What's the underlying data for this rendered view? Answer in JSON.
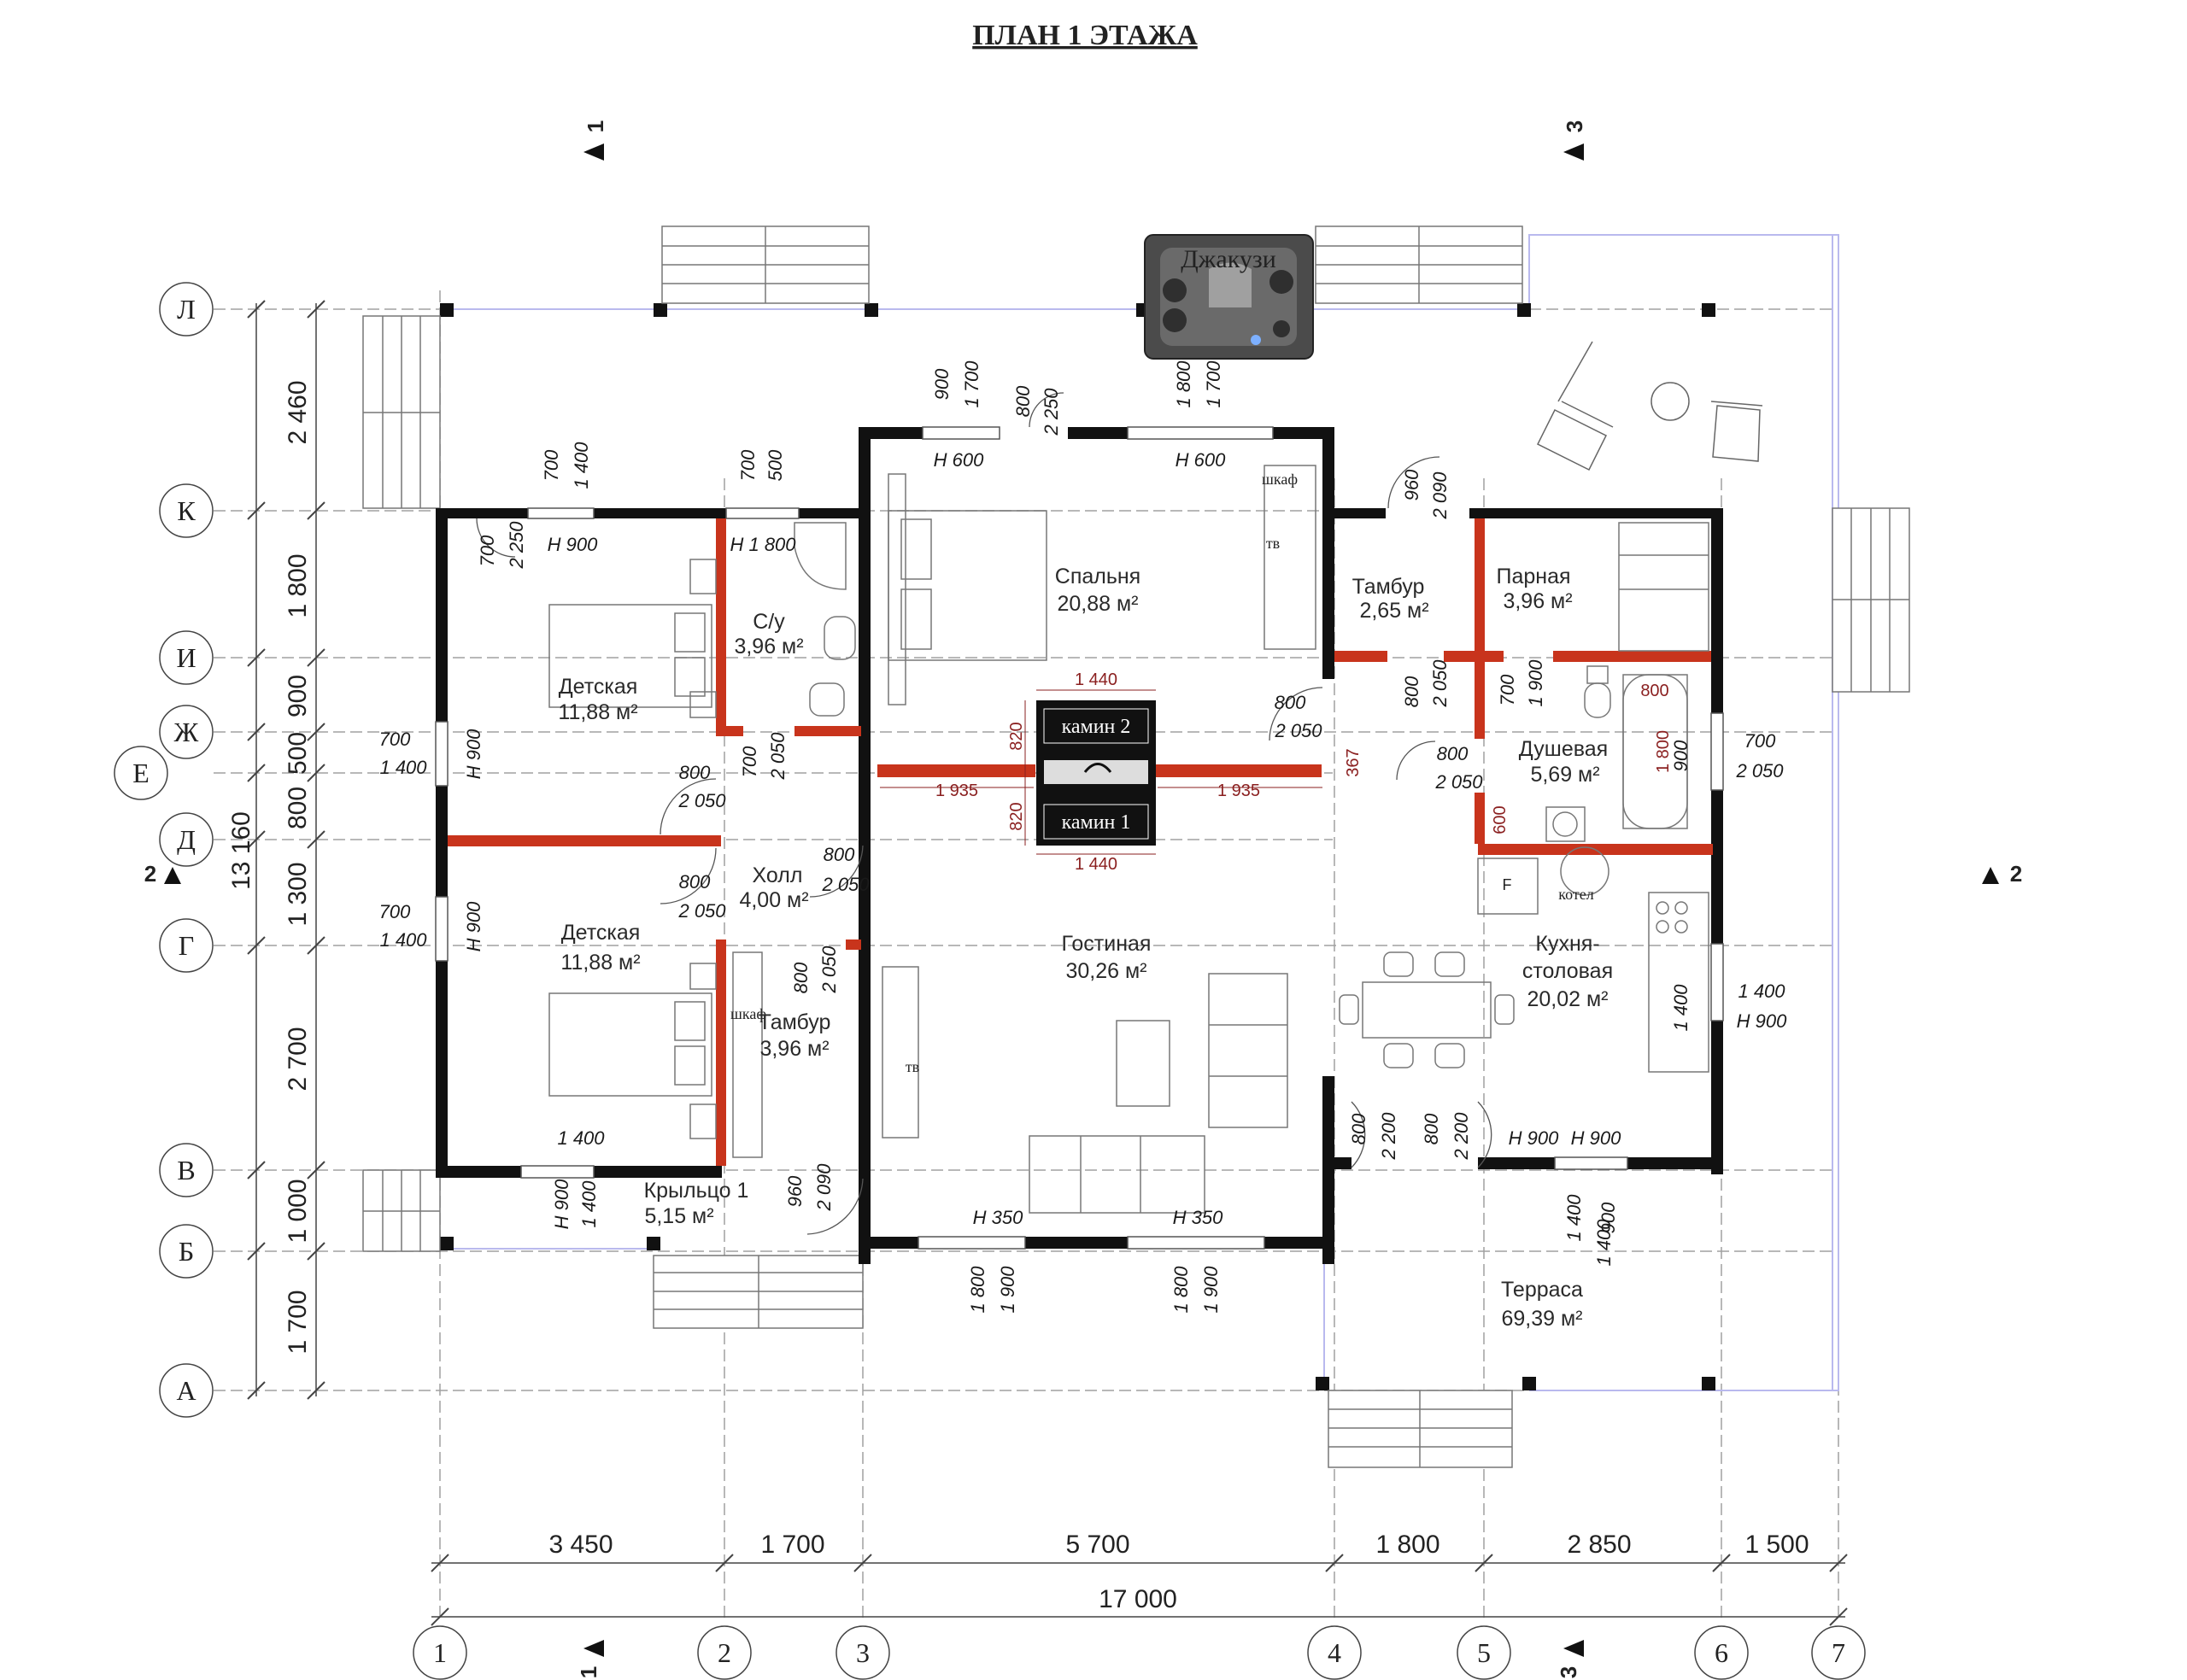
{
  "title": "ПЛАН 1 ЭТАЖА",
  "axes_rows": [
    "Л",
    "К",
    "И",
    "Ж",
    "Е",
    "Д",
    "Г",
    "В",
    "Б",
    "А"
  ],
  "axes_cols": [
    "1",
    "2",
    "3",
    "4",
    "5",
    "6",
    "7"
  ],
  "left_dims": [
    "2 460",
    "1 800",
    "900",
    "500",
    "800",
    "1 300",
    "2 700",
    "1 000",
    "1 700"
  ],
  "left_overall": "13 160",
  "bottom_dims": [
    "3 450",
    "1 700",
    "5 700",
    "1 800",
    "2 850",
    "1 500"
  ],
  "bottom_overall": "17 000",
  "sections": [
    "1",
    "1",
    "2",
    "2",
    "3",
    "3"
  ],
  "rooms": [
    {
      "name": "Спальня",
      "area": "20,88 м²"
    },
    {
      "name": "Детская",
      "area": "11,88 м²"
    },
    {
      "name": "С/у",
      "area": "3,96 м²"
    },
    {
      "name": "Холл",
      "area": "4,00 м²"
    },
    {
      "name": "Детская",
      "area": "11,88 м²"
    },
    {
      "name": "Тамбур",
      "area": "3,96 м²"
    },
    {
      "name": "Гостиная",
      "area": "30,26 м²"
    },
    {
      "name": "Тамбур",
      "area": "2,65 м²"
    },
    {
      "name": "Парная",
      "area": "3,96 м²"
    },
    {
      "name": "Душевая",
      "area": "5,69 м²"
    },
    {
      "name": "Кухня-",
      "name2": "столовая",
      "area": "20,02 м²"
    },
    {
      "name": "Крыльцо 1",
      "area": "5,15 м²"
    },
    {
      "name": "Терраса",
      "area": "69,39 м²"
    }
  ],
  "fixtures": {
    "jacuzzi": "Джакузи",
    "fireplace2": "камин 2",
    "fireplace1": "камин 1",
    "wardrobe": "шкаф",
    "tv": "тв",
    "boiler": "котел",
    "fridge": "F"
  },
  "window_dims": [
    "900",
    "1 700",
    "800",
    "2 250",
    "1 800",
    "1 700",
    "Н 600",
    "Н 600",
    "700",
    "1 400",
    "700",
    "500",
    "700",
    "2 250",
    "Н 900",
    "Н 1 800",
    "960",
    "2 090",
    "700",
    "1 400",
    "Н 900",
    "800",
    "2 050",
    "700",
    "2 050",
    "800",
    "2 050",
    "800",
    "2 050",
    "800",
    "2 050",
    "700",
    "1 400",
    "Н 900",
    "800",
    "2 050",
    "800",
    "2 050",
    "700",
    "1 900",
    "800",
    "2 050",
    "700",
    "2 050",
    "900",
    "1 400",
    "Н 900",
    "1 400",
    "1 400",
    "Н 900",
    "Н 900",
    "1 400",
    "1 400",
    "960",
    "2 090",
    "Н 350",
    "Н 350",
    "1 800",
    "1 900",
    "1 800",
    "1 900",
    "800",
    "2 200",
    "800",
    "2 200",
    "Н 900",
    "900",
    "1 400",
    "600",
    "1 800",
    "800"
  ],
  "fire_dims": [
    "1 440",
    "1 440",
    "820",
    "820",
    "1 935",
    "1 935",
    "367"
  ],
  "colors": {
    "wall": "#111111",
    "partition": "#c8341c",
    "grid": "#9a9a9a",
    "glass": "#8fa8d8"
  }
}
